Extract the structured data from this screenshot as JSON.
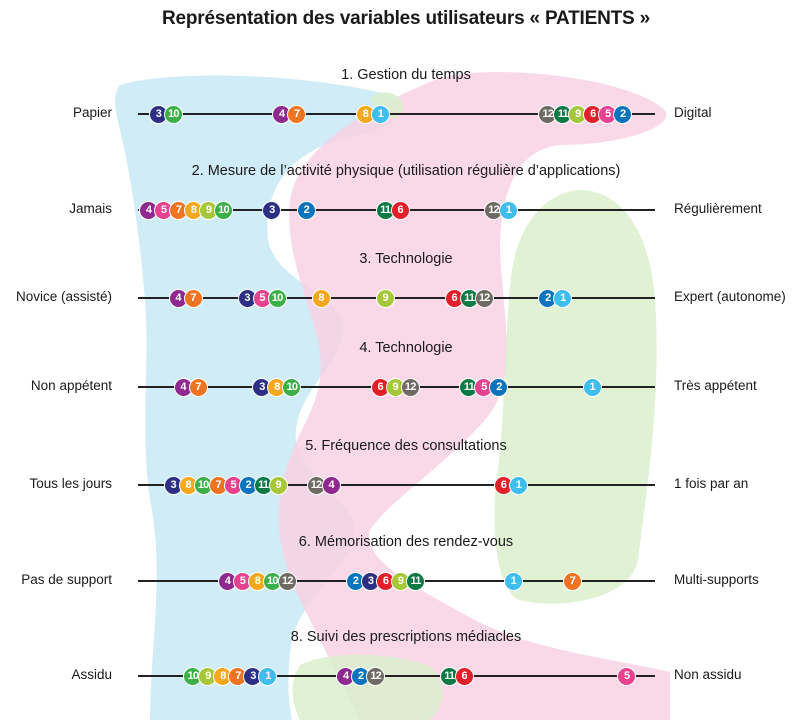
{
  "title": "Représentation des variables utilisateurs « PATIENTS »",
  "colors": {
    "blob_blue": "#cdebf7",
    "blob_pink": "#f8d2e4",
    "blob_green": "#dbefcc",
    "axis": "#222222",
    "persona": {
      "1": "#3fbdec",
      "2": "#0b74bd",
      "3": "#2c2f83",
      "4": "#8e2a8f",
      "5": "#e5428f",
      "6": "#e2202b",
      "7": "#ee7422",
      "8": "#f5a71e",
      "9": "#a6c73a",
      "10": "#3daf49",
      "11": "#0d7a45",
      "12": "#6f6a63"
    }
  },
  "rows": [
    {
      "title": "1. Gestion du temps",
      "left": "Papier",
      "right": "Digital",
      "groups": [
        {
          "pos": 0.02,
          "items": [
            "3",
            "10"
          ]
        },
        {
          "pos": 0.27,
          "items": [
            "4",
            "7"
          ]
        },
        {
          "pos": 0.44,
          "items": [
            "8",
            "1"
          ]
        },
        {
          "pos": 0.81,
          "items": [
            "12",
            "11",
            "9",
            "6",
            "5",
            "2"
          ]
        }
      ]
    },
    {
      "title": "2. Mesure de l’activité physique (utilisation régulière d’applications)",
      "left": "Jamais",
      "right": "Régulièrement",
      "groups": [
        {
          "pos": 0.0,
          "items": [
            "4",
            "5",
            "7",
            "8",
            "9",
            "10"
          ]
        },
        {
          "pos": 0.25,
          "items": [
            "3"
          ]
        },
        {
          "pos": 0.32,
          "items": [
            "2"
          ]
        },
        {
          "pos": 0.48,
          "items": [
            "11",
            "6"
          ]
        },
        {
          "pos": 0.7,
          "items": [
            "12",
            "1"
          ]
        }
      ]
    },
    {
      "title": "3. Technologie",
      "left": "Novice (assisté)",
      "right": "Expert (autonome)",
      "groups": [
        {
          "pos": 0.06,
          "items": [
            "4",
            "7"
          ]
        },
        {
          "pos": 0.2,
          "items": [
            "3",
            "5",
            "10"
          ]
        },
        {
          "pos": 0.35,
          "items": [
            "8"
          ]
        },
        {
          "pos": 0.48,
          "items": [
            "9"
          ]
        },
        {
          "pos": 0.62,
          "items": [
            "6",
            "11",
            "12"
          ]
        },
        {
          "pos": 0.81,
          "items": [
            "2",
            "1"
          ]
        }
      ]
    },
    {
      "title": "4. Technologie",
      "left": "Non appétent",
      "right": "Très appétent",
      "groups": [
        {
          "pos": 0.07,
          "items": [
            "4",
            "7"
          ]
        },
        {
          "pos": 0.23,
          "items": [
            "3",
            "8",
            "10"
          ]
        },
        {
          "pos": 0.47,
          "items": [
            "6",
            "9",
            "12"
          ]
        },
        {
          "pos": 0.65,
          "items": [
            "11",
            "5",
            "2"
          ]
        },
        {
          "pos": 0.9,
          "items": [
            "1"
          ]
        }
      ]
    },
    {
      "title": "5. Fréquence des consultations",
      "left": "Tous les jours",
      "right": "1 fois par an",
      "groups": [
        {
          "pos": 0.05,
          "items": [
            "3",
            "8",
            "10",
            "7",
            "5",
            "2",
            "11",
            "9"
          ]
        },
        {
          "pos": 0.34,
          "items": [
            "12",
            "4"
          ]
        },
        {
          "pos": 0.72,
          "items": [
            "6",
            "1"
          ]
        }
      ]
    },
    {
      "title": "6. Mémorisation des rendez-vous",
      "left": "Pas de support",
      "right": "Multi-supports",
      "groups": [
        {
          "pos": 0.16,
          "items": [
            "4",
            "5",
            "8",
            "10",
            "12"
          ]
        },
        {
          "pos": 0.42,
          "items": [
            "2",
            "3",
            "6",
            "9",
            "11"
          ]
        },
        {
          "pos": 0.74,
          "items": [
            "1"
          ]
        },
        {
          "pos": 0.86,
          "items": [
            "7"
          ]
        }
      ]
    },
    {
      "title": "8. Suivi des prescriptions médiacles",
      "left": "Assidu",
      "right": "Non assidu",
      "groups": [
        {
          "pos": 0.09,
          "items": [
            "10",
            "9",
            "8",
            "7",
            "3",
            "1"
          ]
        },
        {
          "pos": 0.4,
          "items": [
            "4",
            "2",
            "12"
          ]
        },
        {
          "pos": 0.61,
          "items": [
            "11",
            "6"
          ]
        },
        {
          "pos": 0.97,
          "items": [
            "5"
          ]
        }
      ]
    }
  ]
}
